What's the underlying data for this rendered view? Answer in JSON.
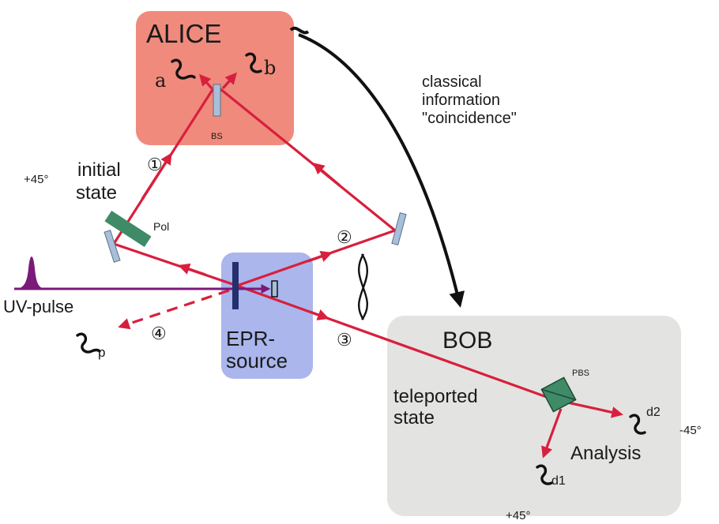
{
  "alice": {
    "title": "ALICE",
    "beamsplitter": "BS",
    "detector_a": "a",
    "detector_b": "b"
  },
  "classical": {
    "line1": "classical",
    "line2": "information",
    "line3": "\"coincidence\""
  },
  "initial": {
    "angle": "+45°",
    "line1": "initial",
    "line2": "state",
    "polarizer": "Pol"
  },
  "markers": {
    "m1": "①",
    "m2": "②",
    "m3": "③",
    "m4": "④"
  },
  "pump": {
    "label": "UV-pulse",
    "detector_p": "p"
  },
  "epr": {
    "line1": "EPR-",
    "line2": "source"
  },
  "bob": {
    "title": "BOB",
    "line1": "teleported",
    "line2": "state",
    "pbs": "PBS",
    "detector_d1": "d1",
    "detector_d2": "d2",
    "analysis": "Analysis",
    "angle_minus": "-45°",
    "angle_plus": "+45°"
  },
  "colors": {
    "alice_box": "#f08a7c",
    "epr_box": "#aab6ec",
    "bob_box": "#e3e4e1",
    "ray": "#d81f3d",
    "pump": "#7b1a78",
    "optic_mirror": "#a9bfd9",
    "optic_green": "#3f8a67"
  }
}
